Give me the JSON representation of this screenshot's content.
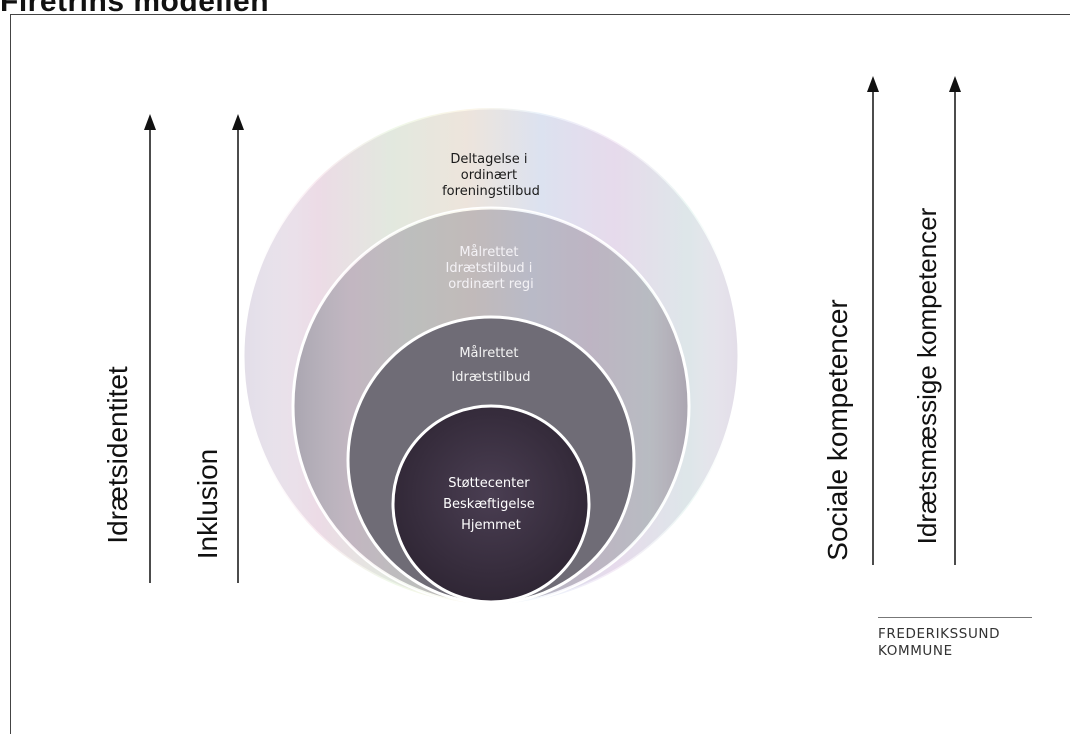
{
  "title": "Firetrins modellen",
  "circles": [
    {
      "lines": [
        "Deltagelse i",
        "ordinært",
        "foreningstilbud"
      ],
      "color": "#dbd6e2",
      "text_color": "#1a1a1a"
    },
    {
      "lines": [
        "Målrettet",
        "Idrætstilbud i",
        "ordinært regi"
      ],
      "color": "#a9a4af",
      "text_color": "#f4f2f6"
    },
    {
      "lines": [
        "Målrettet",
        "Idrætstilbud"
      ],
      "color": "#6e6b74",
      "text_color": "#f4f4f4"
    },
    {
      "lines": [
        "Støttecenter",
        "Beskæftigelse",
        "Hjemmet"
      ],
      "color": "#3a2d40",
      "text_color": "#ffffff"
    }
  ],
  "left_axes": [
    "Idrætsidentitet",
    "Inklusion"
  ],
  "right_axes": [
    "Sociale kompetencer",
    "Idrætsmæssige kompetencer"
  ],
  "logo": {
    "line1": "FREDERIKSSUND",
    "line2": "KOMMUNE"
  }
}
